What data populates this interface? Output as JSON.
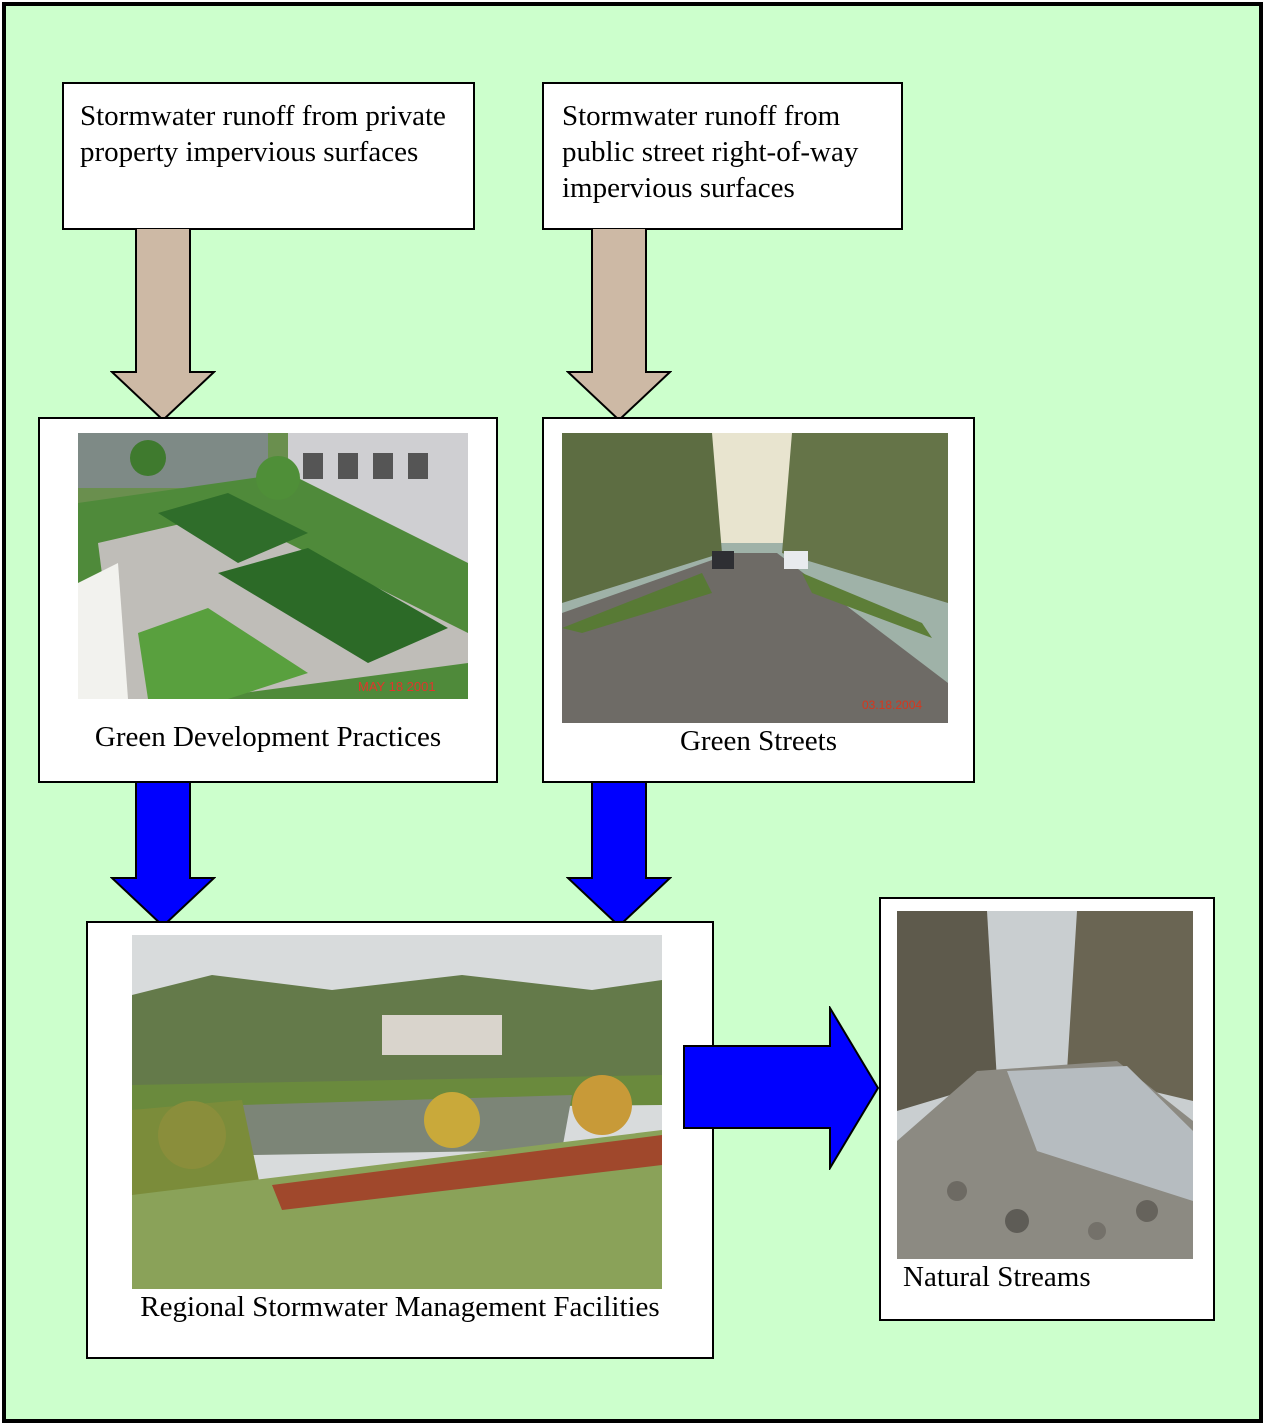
{
  "diagram": {
    "source_private": "Stormwater runoff from private property impervious surfaces",
    "source_public": "Stormwater runoff from public street right-of-way impervious surfaces",
    "green_dev_caption": "Green Development Practices",
    "green_streets_caption": "Green Streets",
    "regional_caption": "Regional Stormwater Management Facilities",
    "streams_caption": "Natural Streams",
    "photo_dates": {
      "green_dev": "MAY 18 2001",
      "green_streets": "03.18.2004"
    }
  },
  "colors": {
    "background": "#ccffcc",
    "runoff_arrow": "#cdb9a5",
    "flow_arrow": "#0000ff"
  }
}
